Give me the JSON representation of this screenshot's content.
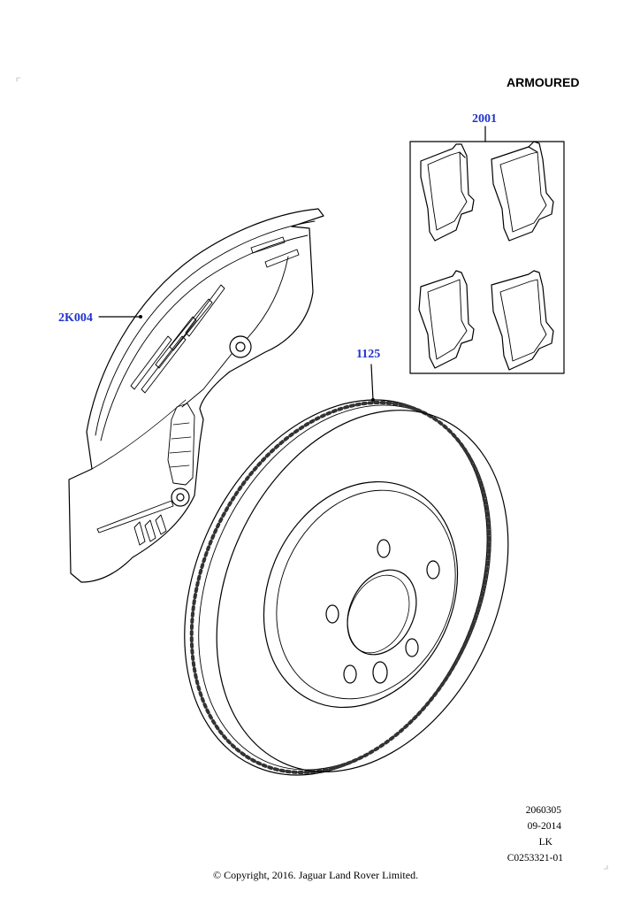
{
  "variant_label": "ARMOURED",
  "callouts": {
    "shield": "2K004",
    "pads": "2001",
    "disc": "1125"
  },
  "drawing_info": {
    "number": "2060305",
    "date": "09-2014",
    "initials": "LK",
    "reference": "C0253321-01"
  },
  "copyright": "© Copyright, 2016. Jaguar Land Rover Limited."
}
